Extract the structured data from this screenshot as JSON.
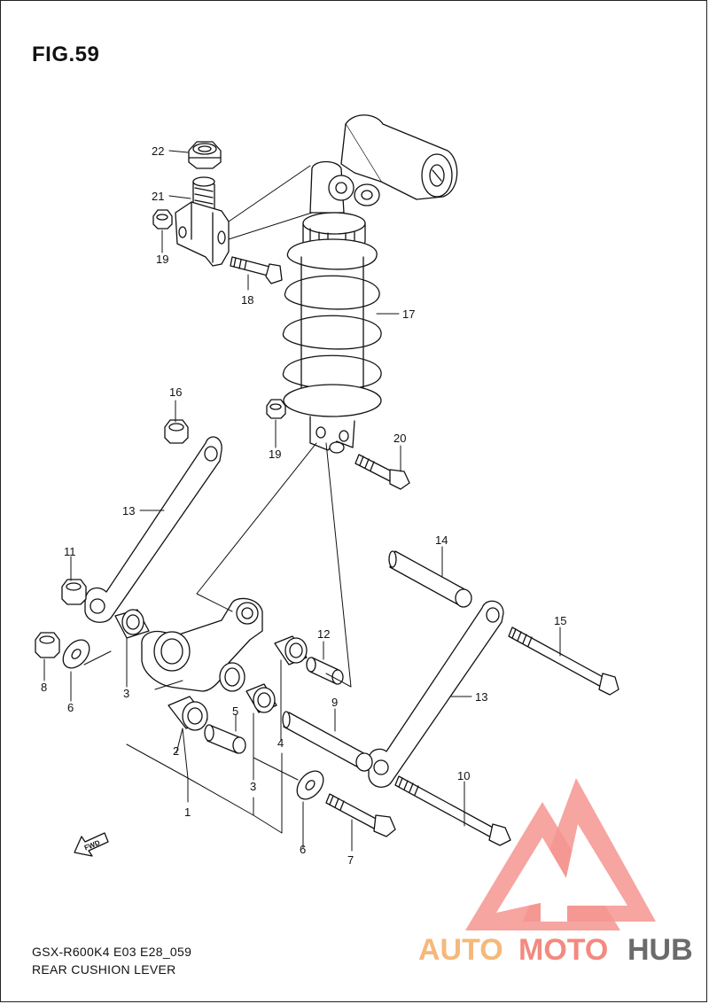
{
  "figure": {
    "title": "FIG.59"
  },
  "footer": {
    "model_code": "GSX-R600K4 E03 E28_059",
    "assembly_name": "REAR CUSHION LEVER"
  },
  "fwd_badge": "FWD",
  "watermark": {
    "part_1": "AUTO",
    "part_2": "MOTO",
    "part_3": "HUB",
    "color_1": "#f6b87a",
    "color_2": "#f28a7f",
    "color_3": "#6b6b6b",
    "logo_color": "#f59590"
  },
  "callouts": [
    {
      "id": "c22",
      "number": "22"
    },
    {
      "id": "c21",
      "number": "21"
    },
    {
      "id": "c19a",
      "number": "19"
    },
    {
      "id": "c18",
      "number": "18"
    },
    {
      "id": "c17",
      "number": "17"
    },
    {
      "id": "c16",
      "number": "16"
    },
    {
      "id": "c19b",
      "number": "19"
    },
    {
      "id": "c20",
      "number": "20"
    },
    {
      "id": "c13a",
      "number": "13"
    },
    {
      "id": "c11",
      "number": "11"
    },
    {
      "id": "c14",
      "number": "14"
    },
    {
      "id": "c15",
      "number": "15"
    },
    {
      "id": "c12",
      "number": "12"
    },
    {
      "id": "c8",
      "number": "8"
    },
    {
      "id": "c6a",
      "number": "6"
    },
    {
      "id": "c3a",
      "number": "3"
    },
    {
      "id": "c5",
      "number": "5"
    },
    {
      "id": "c4",
      "number": "4"
    },
    {
      "id": "c9",
      "number": "9"
    },
    {
      "id": "c13b",
      "number": "13"
    },
    {
      "id": "c2",
      "number": "2"
    },
    {
      "id": "c3b",
      "number": "3"
    },
    {
      "id": "c10",
      "number": "10"
    },
    {
      "id": "c1",
      "number": "1"
    },
    {
      "id": "c6b",
      "number": "6"
    },
    {
      "id": "c7",
      "number": "7"
    }
  ]
}
